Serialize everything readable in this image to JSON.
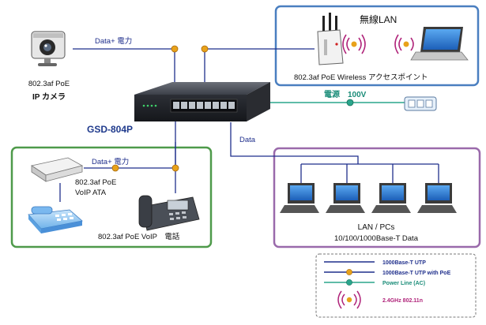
{
  "diagram": {
    "switch_model": "GSD-804P",
    "ip_camera": {
      "spec": "802.3af PoE",
      "name": "IP カメラ",
      "link_label": "Data+ 電力"
    },
    "wireless": {
      "title": "無線LAN",
      "ap_label": "802.3af PoE Wireless アクセスポイント"
    },
    "power": {
      "label": "電源　100V"
    },
    "voip_group": {
      "ata_link_label": "Data+ 電力",
      "ata_spec": "802.3af PoE",
      "ata_name": "VoIP ATA",
      "phone_label": "802.3af PoE VoIP　電話"
    },
    "data_link_label": "Data",
    "lan_group": {
      "title": "LAN / PCs",
      "subtitle": "10/100/1000Base-T Data"
    },
    "legend": {
      "items": [
        {
          "label": "1000Base-T UTP",
          "color": "#1f2f8c"
        },
        {
          "label": "1000Base-T UTP with PoE",
          "color": "#1f2f8c"
        },
        {
          "label": "Power Line (AC)",
          "color": "#2aa58c"
        },
        {
          "label": "2.4GHz 802.11n",
          "color": "#b0247a"
        }
      ]
    },
    "colors": {
      "utp_line": "#1f2f8c",
      "power_line": "#2aa58c",
      "poe_marker": "#e8a21a",
      "wireless_box": "#4a7fc0",
      "voip_box": "#4e9a4a",
      "lan_box": "#9a6aab",
      "wifi_waves": "#b0247a",
      "model_text": "#1f3a8c"
    }
  }
}
